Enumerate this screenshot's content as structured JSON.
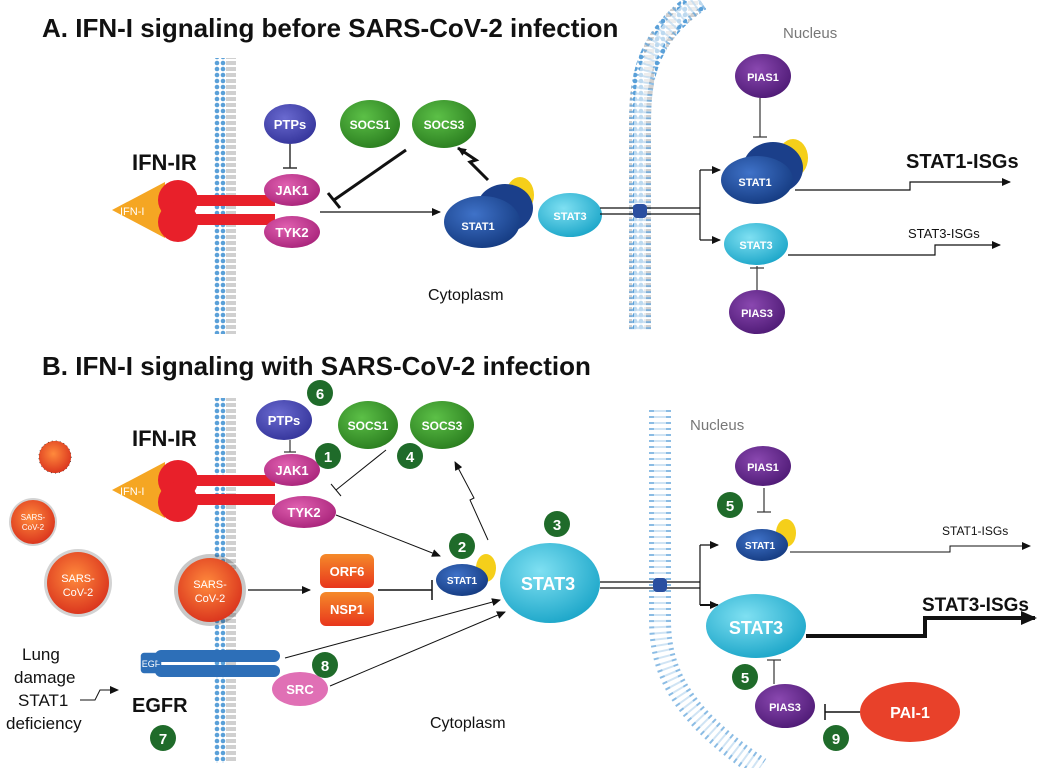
{
  "panel_a": {
    "title": "A.  IFN-I signaling before SARS-CoV-2 infection",
    "receptor_label": "IFN-IR",
    "ligand": "IFN-I",
    "ptps": "PTPs",
    "jak1": "JAK1",
    "tyk2": "TYK2",
    "socs1": "SOCS1",
    "socs3": "SOCS3",
    "stat1": "STAT1",
    "stat3": "STAT3",
    "cytoplasm": "Cytoplasm",
    "nucleus": "Nucleus",
    "pias1": "PIAS1",
    "pias3": "PIAS3",
    "nuc_stat1": "STAT1",
    "nuc_stat3": "STAT3",
    "stat1_isgs": "STAT1-ISGs",
    "stat3_isgs": "STAT3-ISGs"
  },
  "panel_b": {
    "title": "B.  IFN-I signaling with SARS-CoV-2 infection",
    "receptor_label": "IFN-IR",
    "ligand": "IFN-I",
    "ptps": "PTPs",
    "jak1": "JAK1",
    "tyk2": "TYK2",
    "socs1": "SOCS1",
    "socs3": "SOCS3",
    "stat1": "STAT1",
    "stat3": "STAT3",
    "orf6": "ORF6",
    "nsp1": "NSP1",
    "virus_line1": "SARS-",
    "virus_line2": "CoV-2",
    "egf": "EGF",
    "egfr": "EGFR",
    "src": "SRC",
    "lung_lines": [
      "Lung",
      "damage",
      "STAT1",
      "deficiency"
    ],
    "cytoplasm": "Cytoplasm",
    "nucleus": "Nucleus",
    "pias1": "PIAS1",
    "pias3": "PIAS3",
    "pai1": "PAI-1",
    "nuc_stat1": "STAT1",
    "nuc_stat3": "STAT3",
    "stat1_isgs": "STAT1-ISGs",
    "stat3_isgs": "STAT3-ISGs",
    "badges": [
      "6",
      "1",
      "4",
      "2",
      "3",
      "5",
      "5",
      "8",
      "7",
      "9"
    ]
  },
  "colors": {
    "ifn_ligand": "#f5a623",
    "receptor": "#e8202a",
    "jak": "#c2338f",
    "ptps": "#4b4bb5",
    "socs": "#3c9a2b",
    "stat1": "#1f4e9e",
    "stat3": "#3fc3e0",
    "pias": "#6a2a91",
    "orf6_nsp1": "#ee4a1e",
    "egfr": "#2d6fb8",
    "src": "#e070b5",
    "pai1": "#e8412a",
    "badge": "#1f6b2a",
    "virus": "#e8502a"
  },
  "icons": [
    "membrane-bilayer",
    "nuclear-membrane",
    "lightning-arrow",
    "inhibition-bar",
    "virus-spike"
  ]
}
